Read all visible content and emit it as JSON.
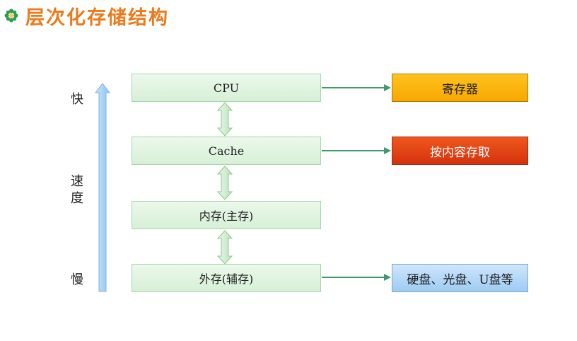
{
  "header": {
    "title": "层次化存储结构",
    "icon": "flower-bullet-icon"
  },
  "speed_axis": {
    "fast": "快",
    "speed": [
      "速",
      "度"
    ],
    "slow": "慢"
  },
  "hierarchy": {
    "cpu": "CPU",
    "cache": "Cache",
    "main_memory": "内存(主存)",
    "external_memory": "外存(辅存)"
  },
  "targets": {
    "registers": "寄存器",
    "content_addressed": "按内容存取",
    "external_devices": "硬盘、光盘、U盘等"
  },
  "colors": {
    "title": "#ec7a1b",
    "layer_fill": "#d6f0d6",
    "arrow_green": "#3f9a6f",
    "registers": "#f7a800",
    "content_addressed": "#d4310d",
    "external_devices": "#9dcbf3",
    "speed_axis": "#a9d2f2"
  }
}
